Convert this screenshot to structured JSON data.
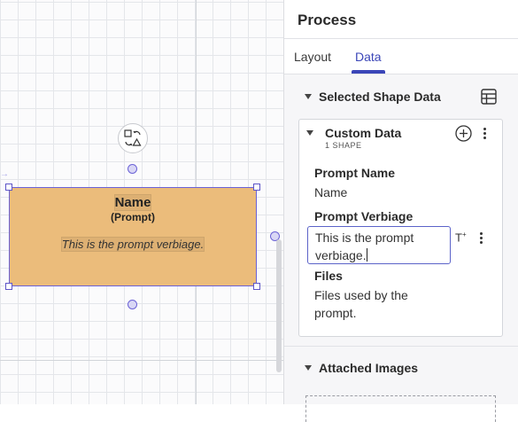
{
  "panel": {
    "title": "Process",
    "tabs": [
      {
        "label": "Layout",
        "active": false
      },
      {
        "label": "Data",
        "active": true
      }
    ],
    "selected_shape_data": {
      "title": "Selected Shape Data",
      "custom_data": {
        "title": "Custom Data",
        "subtitle": "1 SHAPE",
        "fields": [
          {
            "label": "Prompt Name",
            "value": "Name"
          },
          {
            "label": "Prompt Verbiage",
            "value_line1": "This is the prompt",
            "value_line2": "verbiage."
          },
          {
            "label": "Files",
            "value_line1": "Files used by the",
            "value_line2": "prompt."
          }
        ]
      }
    },
    "attached_images": {
      "title": "Attached Images"
    }
  },
  "canvas": {
    "shape": {
      "name": "Name",
      "subtitle": "(Prompt)",
      "verbiage": "This is the prompt verbiage.",
      "fill_color": "#ebbc7b",
      "selection_color": "#6b62d6"
    }
  },
  "colors": {
    "accent": "#3b46b8"
  }
}
